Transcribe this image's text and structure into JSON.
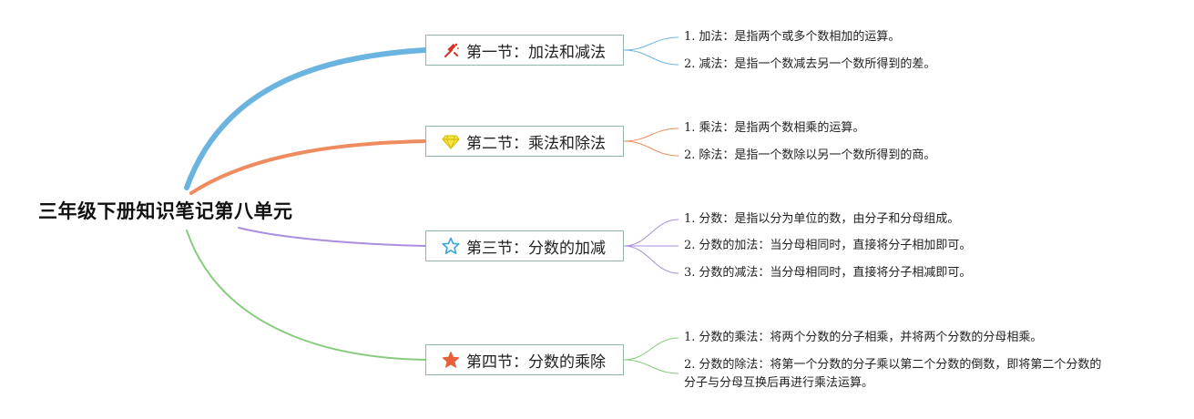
{
  "root": {
    "title": "三年级下册知识笔记第八单元"
  },
  "sections": [
    {
      "label": "第一节：加法和减法",
      "icon": "hammer-icon",
      "color": "#6cb4e0",
      "items": [
        {
          "num": "1.",
          "text": "加法：是指两个或多个数相加的运算。"
        },
        {
          "num": "2.",
          "text": "减法：是指一个数减去另一个数所得到的差。"
        }
      ]
    },
    {
      "label": "第二节：乘法和除法",
      "icon": "diamond-icon",
      "color": "#ee8b5f",
      "items": [
        {
          "num": "1.",
          "text": "乘法：是指两个数相乘的运算。"
        },
        {
          "num": "2.",
          "text": "除法：是指一个数除以另一个数所得到的商。"
        }
      ]
    },
    {
      "label": "第三节：分数的加减",
      "icon": "star-outline-icon",
      "color": "#a98ee0",
      "items": [
        {
          "num": "1.",
          "text": "分数：是指以分为单位的数，由分子和分母组成。"
        },
        {
          "num": "2.",
          "text": "分数的加法：当分母相同时，直接将分子相加即可。"
        },
        {
          "num": "3.",
          "text": "分数的减法：当分母相同时，直接将分子相减即可。"
        }
      ]
    },
    {
      "label": "第四节：分数的乘除",
      "icon": "star-filled-icon",
      "color": "#86cc7c",
      "items": [
        {
          "num": "1.",
          "text": "分数的乘法：将两个分数的分子相乘，并将两个分数的分母相乘。"
        },
        {
          "num": "2.",
          "text": "分数的除法：将第一个分数的分子乘以第二个分数的倒数，即将第二个分数的",
          "text2": "分子与分母互换后再进行乘法运算。"
        }
      ]
    }
  ]
}
